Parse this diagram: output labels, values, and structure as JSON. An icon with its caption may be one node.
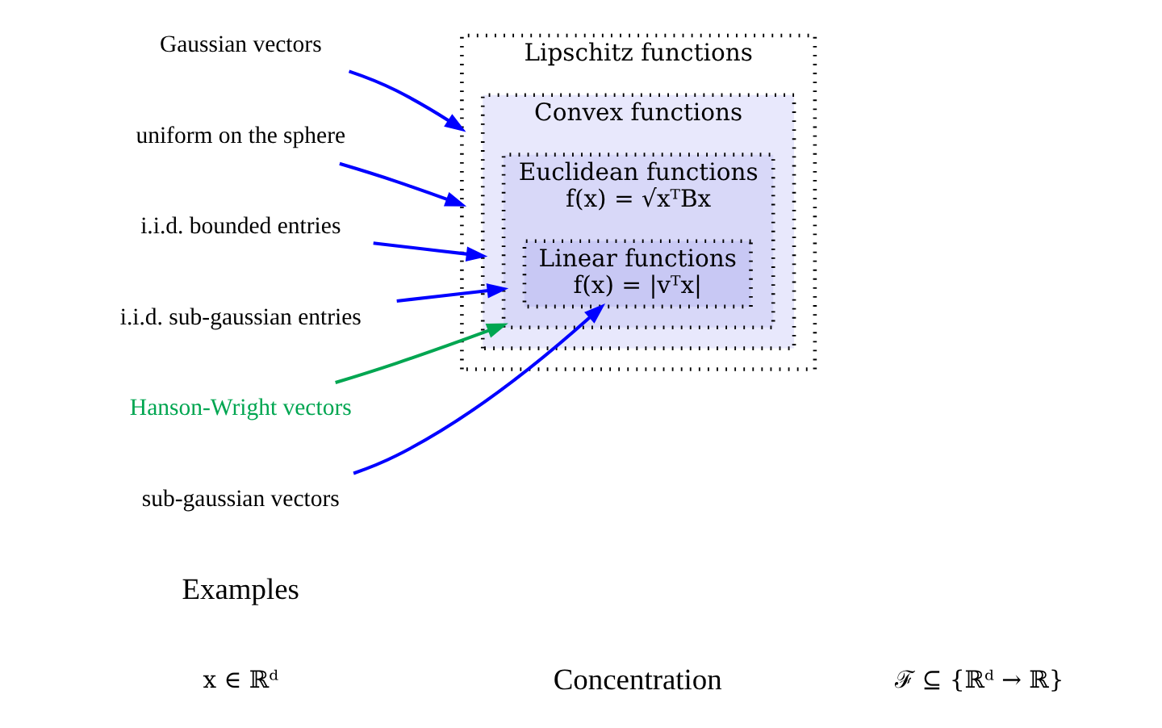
{
  "diagram": {
    "nodes": [
      {
        "text": [
          "Gaussian vectors"
        ]
      },
      {
        "text": [
          "uniform on the sphere"
        ]
      },
      {
        "text": [
          "i.i.d. bounded entries"
        ]
      },
      {
        "text": [
          "i.i.d. sub-gaussian entries"
        ]
      },
      {
        "text": [
          "Hanson-Wright vectors"
        ]
      },
      {
        "text": [
          "sub-gaussian vectors"
        ]
      },
      {
        "text": [
          "Lipschitz functions"
        ]
      },
      {
        "text": [
          "Convex functions"
        ],
        "in": 6
      },
      {
        "text": [
          "Euclidean functions",
          "f(x) = √xᵀBx"
        ],
        "in": 7
      },
      {
        "text": [
          "Linear functions",
          "f(x) = |vᵀx|"
        ],
        "in": 8
      }
    ],
    "edges": [
      {
        "from": 0,
        "to": 6,
        "arrow": "to"
      },
      {
        "from": 1,
        "to": 6,
        "arrow": "to"
      },
      {
        "from": 2,
        "to": 7,
        "arrow": "to"
      },
      {
        "from": 3,
        "to": 8,
        "arrow": "to"
      },
      {
        "from": 4,
        "to": 8,
        "arrow": "to",
        "color": "#00a651"
      },
      {
        "from": 5,
        "to": 9,
        "arrow": "to"
      }
    ],
    "labels": [
      "Examples",
      "x ∈ ℝᵈ",
      "Concentration",
      "ℱ ⊆ {ℝᵈ → ℝ}"
    ]
  }
}
